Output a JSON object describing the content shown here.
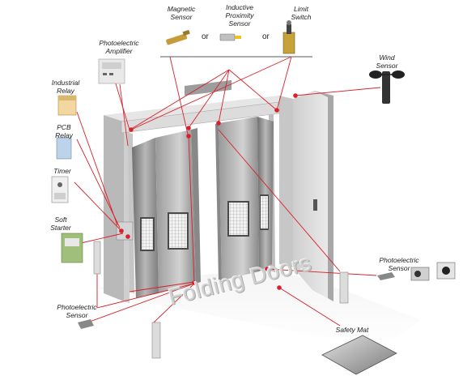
{
  "title": "Folding Doors",
  "labels": {
    "magnetic": [
      "Magnetic",
      "Sensor"
    ],
    "inductive": [
      "Inductive",
      "Proximity",
      "Sensor"
    ],
    "limit": [
      "Limit",
      "Switch"
    ],
    "or": "or",
    "photo_amp": [
      "Photoelectric",
      "Amplifier"
    ],
    "wind": [
      "Wind",
      "Sensor"
    ],
    "relay": [
      "Industrial",
      "Relay"
    ],
    "pcb": [
      "PCB",
      "Relay"
    ],
    "timer": [
      "Timer"
    ],
    "starter": [
      "Soft",
      "Starter"
    ],
    "photo_right": [
      "Photoelectric",
      "Sensor"
    ],
    "photo_left": [
      "Photoelectric",
      "Sensor"
    ],
    "mat": [
      "Safety Mat"
    ]
  },
  "colors": {
    "connector": "#d8212a",
    "wall_light": "#d9d9d9",
    "wall_dark": "#9a9a9a",
    "panel": "#8c8c8c",
    "panel_light": "#bdbdbd"
  }
}
